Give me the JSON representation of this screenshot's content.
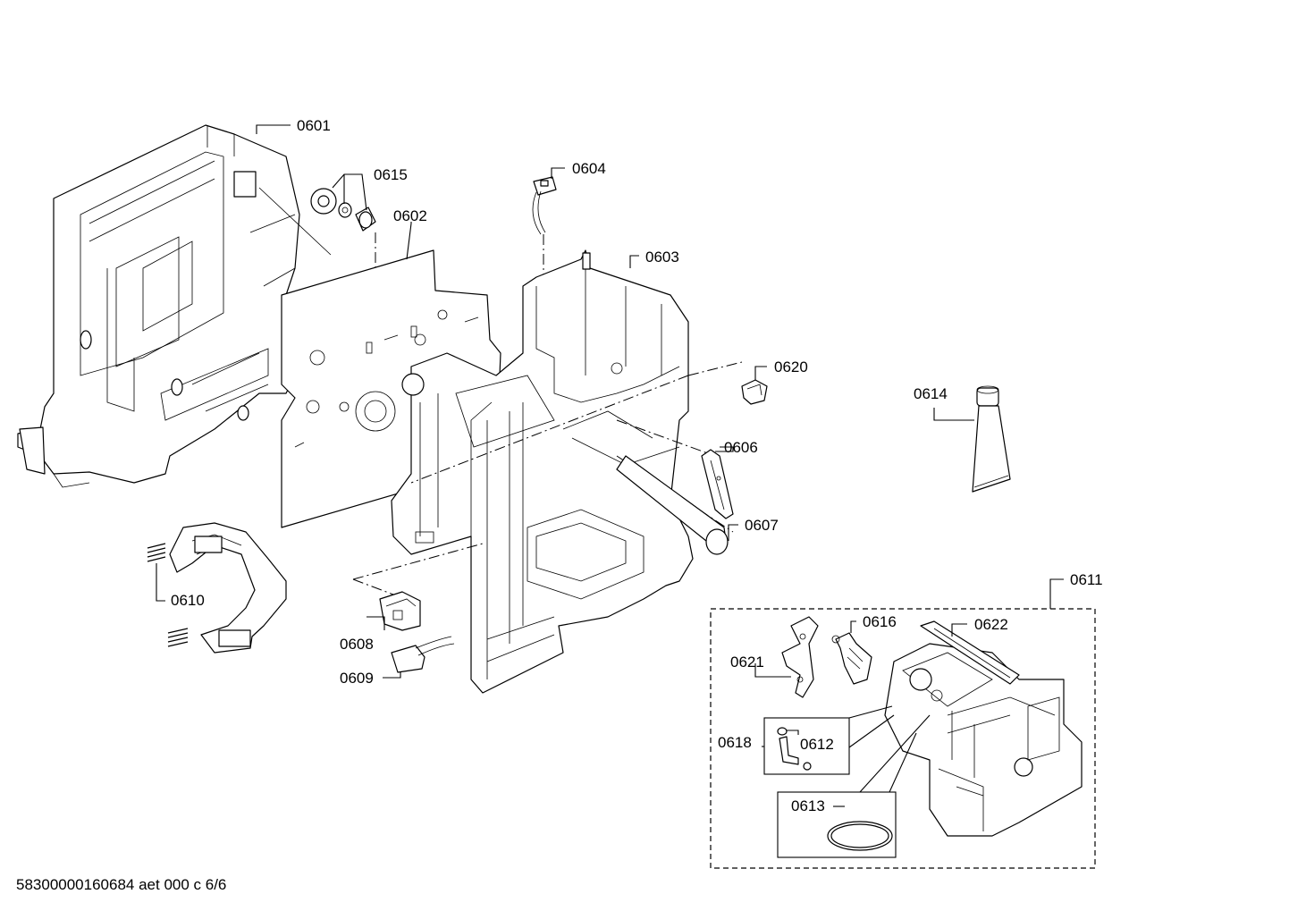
{
  "callouts": {
    "p0601": "0601",
    "p0602": "0602",
    "p0603": "0603",
    "p0604": "0604",
    "p0606": "0606",
    "p0607": "0607",
    "p0608": "0608",
    "p0609": "0609",
    "p0610": "0610",
    "p0611": "0611",
    "p0612": "0612",
    "p0613": "0613",
    "p0614": "0614",
    "p0615": "0615",
    "p0616": "0616",
    "p0618": "0618",
    "p0620": "0620",
    "p0621": "0621",
    "p0622": "0622"
  },
  "footer": {
    "document_id": "58300000160684 aet 000 c 6/6"
  }
}
